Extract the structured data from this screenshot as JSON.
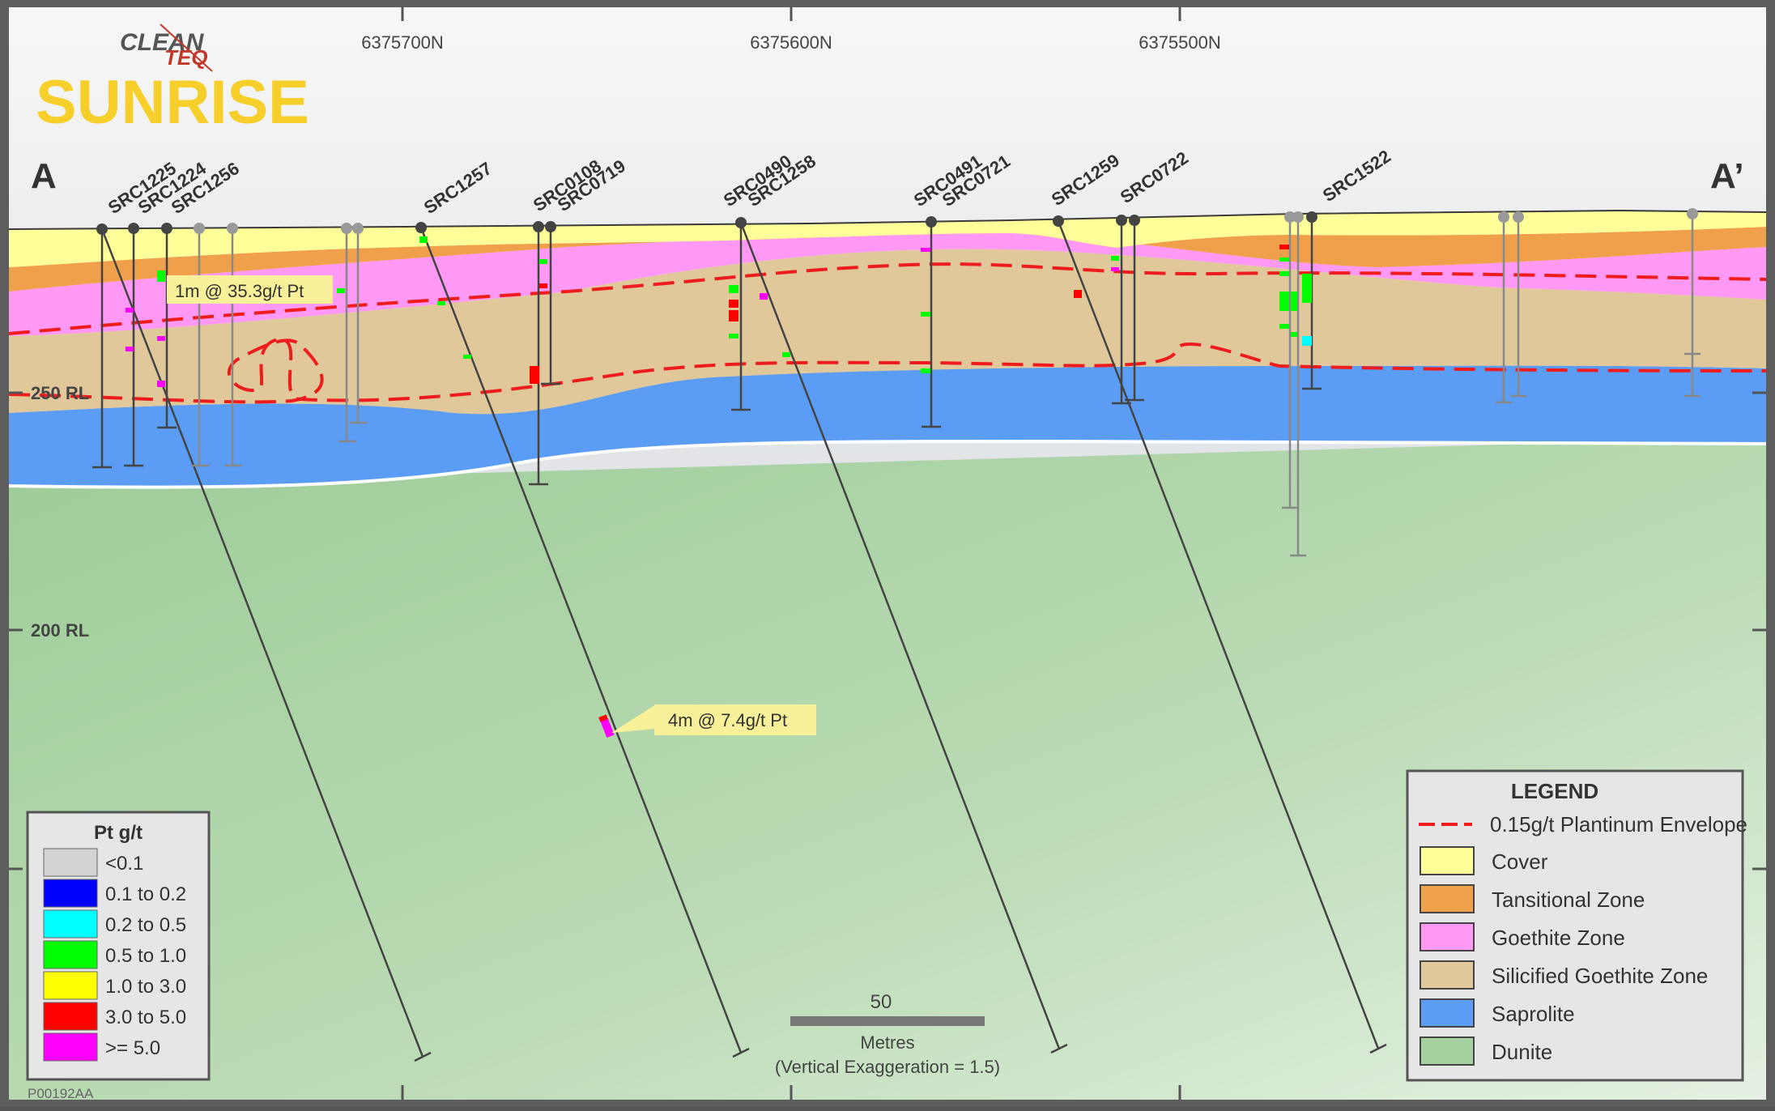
{
  "logo": {
    "line1a": "CLEAN",
    "line1b": "TEQ",
    "line2": "SUNRISE"
  },
  "section": {
    "start_label": "A",
    "end_label": "A’"
  },
  "northings": [
    "6375700N",
    "6375600N",
    "6375500N"
  ],
  "rl_labels": [
    "250 RL",
    "200 RL"
  ],
  "holes": [
    {
      "id": "SRC1225"
    },
    {
      "id": "SRC1224"
    },
    {
      "id": "SRC1256"
    },
    {
      "id": "SRC1257"
    },
    {
      "id": "SRC0108"
    },
    {
      "id": "SRC0719"
    },
    {
      "id": "SRC0490"
    },
    {
      "id": "SRC1258"
    },
    {
      "id": "SRC0491"
    },
    {
      "id": "SRC0721"
    },
    {
      "id": "SRC1259"
    },
    {
      "id": "SRC0722"
    },
    {
      "id": "SRC1522"
    }
  ],
  "callouts": [
    "1m @ 35.3g/t Pt",
    "4m @ 7.4g/t Pt"
  ],
  "grade_legend": {
    "title": "Pt g/t",
    "items": [
      {
        "label": "<0.1",
        "color": "#d3d3d3"
      },
      {
        "label": "0.1 to 0.2",
        "color": "#0000ff"
      },
      {
        "label": "0.2 to 0.5",
        "color": "#00ffff"
      },
      {
        "label": "0.5 to 1.0",
        "color": "#00ff00"
      },
      {
        "label": "1.0 to 3.0",
        "color": "#ffff00"
      },
      {
        "label": "3.0 to 5.0",
        "color": "#ff0000"
      },
      {
        "label": ">= 5.0",
        "color": "#ff00ff"
      }
    ]
  },
  "legend": {
    "title": "LEGEND",
    "envelope_label": "0.15g/t Plantinum Envelope",
    "items": [
      {
        "label": "Cover",
        "color": "#ffff99"
      },
      {
        "label": "Tansitional Zone",
        "color": "#f0a04b"
      },
      {
        "label": "Goethite Zone",
        "color": "#ff99f5"
      },
      {
        "label": "Silicified Goethite Zone",
        "color": "#e0c89a"
      },
      {
        "label": "Saprolite",
        "color": "#5b9cf5"
      },
      {
        "label": "Dunite",
        "color": "#a5d0a0"
      }
    ]
  },
  "scale": {
    "value": "50",
    "unit": "Metres",
    "note": "(Vertical Exaggeration = 1.5)"
  },
  "figure_code": "P00192AA"
}
